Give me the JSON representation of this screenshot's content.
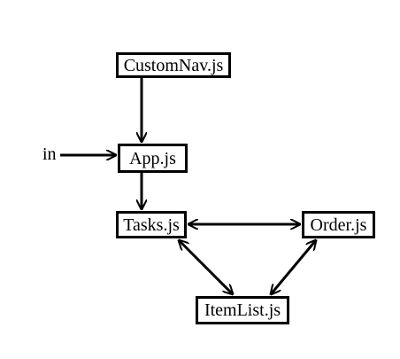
{
  "nodes": {
    "customnav": "CustomNav.js",
    "app": "App.js",
    "tasks": "Tasks.js",
    "order": "Order.js",
    "itemlist": "ItemList.js"
  },
  "labels": {
    "entry": "in"
  },
  "edges": [
    {
      "from": "CustomNav.js",
      "to": "App.js",
      "direction": "forward"
    },
    {
      "from": "in",
      "to": "App.js",
      "direction": "forward"
    },
    {
      "from": "App.js",
      "to": "Tasks.js",
      "direction": "forward"
    },
    {
      "from": "Tasks.js",
      "to": "Order.js",
      "direction": "both"
    },
    {
      "from": "Tasks.js",
      "to": "ItemList.js",
      "direction": "both"
    },
    {
      "from": "Order.js",
      "to": "ItemList.js",
      "direction": "both"
    }
  ],
  "colors": {
    "line": "#000000",
    "background": "#ffffff"
  }
}
